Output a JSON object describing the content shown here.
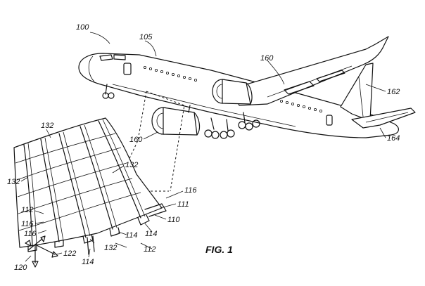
{
  "figure": {
    "caption": "FIG. 1"
  },
  "labels": {
    "aircraft": "100",
    "fuselage": "105",
    "wing": "160",
    "engine": "160",
    "vertical_stabilizer": "162",
    "horizontal_stabilizer": "164",
    "panel_top": "132",
    "panel_left": "132",
    "panel_mid": "132",
    "panel_bottom": "132",
    "frame_right": "116",
    "frame_left_a": "116",
    "frame_left_b": "116",
    "stringer_left": "112",
    "stringer_bottom": "112",
    "skin": "111",
    "edge": "110",
    "stiffener_a": "114",
    "stiffener_b": "114",
    "stiffener_c": "114",
    "axis_x": "122",
    "axis_set": "120"
  }
}
